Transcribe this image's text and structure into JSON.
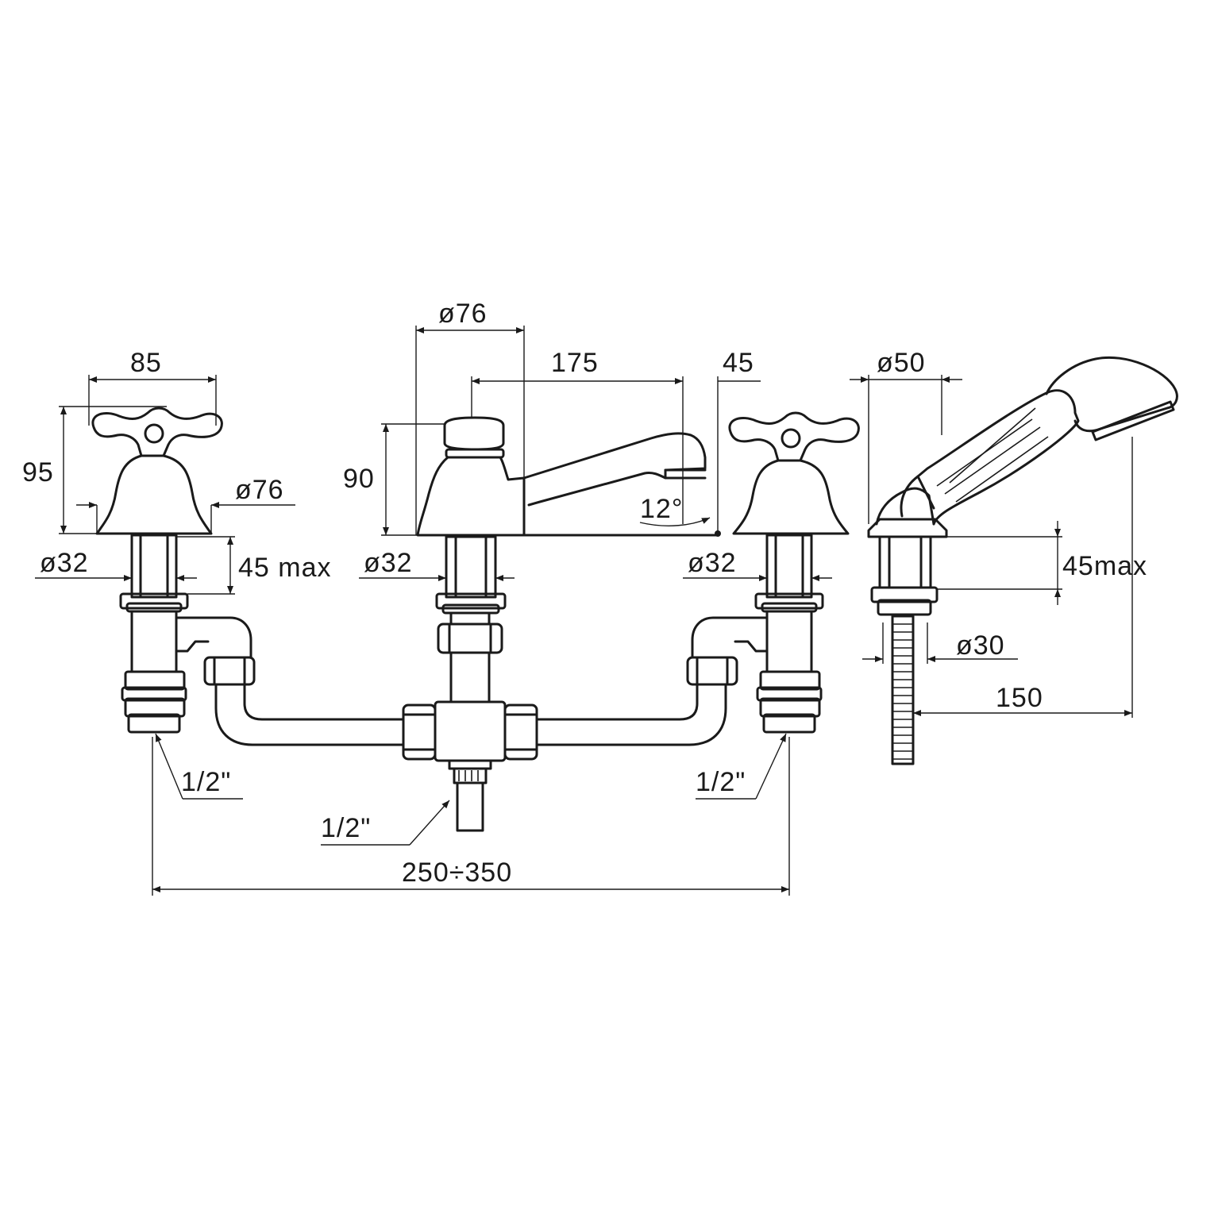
{
  "labels": {
    "width_cross_handle": "85",
    "height_cross_handle": "95",
    "dia_base_left": "ø76",
    "dia_stem_left": "ø32",
    "max_deck_left": "45 max",
    "dia_spout_top": "ø76",
    "spout_reach": "175",
    "spout_height": "90",
    "spout_angle": "12°",
    "dia_stem_center": "ø32",
    "spout_offset": "45",
    "dia_stem_right": "ø32",
    "dia_shower_base": "ø50",
    "max_deck_shower": "45max",
    "dia_shower_stem": "ø30",
    "hose_length": "150",
    "thread_left": "1/2\"",
    "thread_center": "1/2\"",
    "thread_right": "1/2\"",
    "center_distance": "250÷350"
  }
}
